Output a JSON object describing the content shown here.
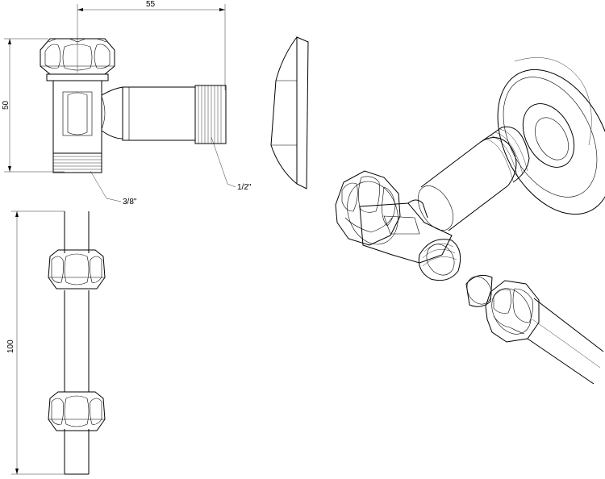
{
  "dimensions": {
    "width_55": "55",
    "height_50": "50",
    "length_100": "100"
  },
  "thread_labels": {
    "half_inch": "1/2\"",
    "three_eighths": "3/8\""
  },
  "colors": {
    "line": "#000000",
    "background": "#ffffff"
  }
}
